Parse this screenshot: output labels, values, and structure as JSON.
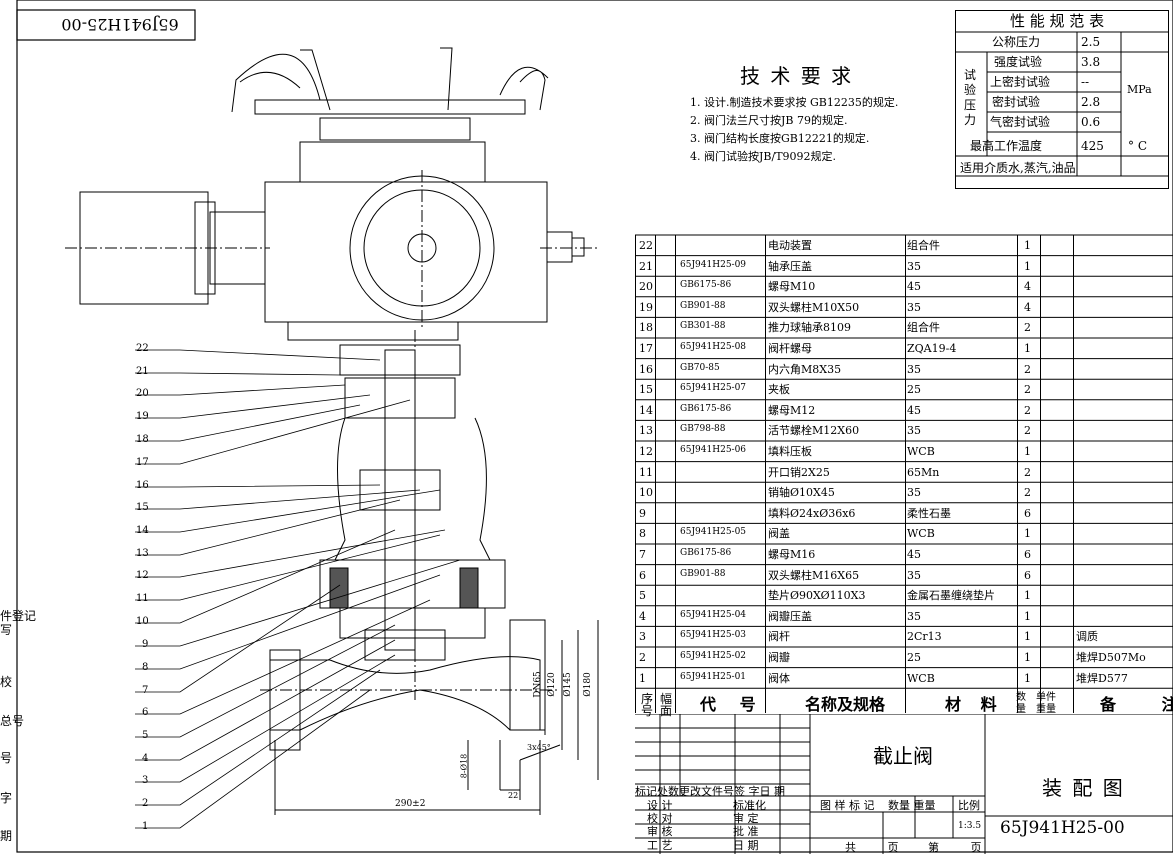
{
  "drawing_number_rotated": "65J941H25-00",
  "tech_requirements": {
    "title": "技 术 要 求",
    "items": [
      "1. 设计.制造技术要求按 GB12235的规定.",
      "2. 阀门法兰尺寸按JB 79的规定.",
      "3. 阀门结构长度按GB12221的规定.",
      "4. 阀门试验按JB/T9092规定."
    ]
  },
  "spec_table": {
    "title": "性 能 规 范 表",
    "nominal_pressure_label": "公称压力",
    "nominal_pressure_value": "2.5",
    "test_pressure_label": "试验压力",
    "strength_label": "强度试验",
    "strength_value": "3.8",
    "upper_seal_label": "上密封试验",
    "upper_seal_value": "--",
    "seal_label": "密封试验",
    "seal_value": "2.8",
    "air_seal_label": "气密封试验",
    "air_seal_value": "0.6",
    "pressure_unit": "MPa",
    "max_temp_label": "最高工作温度",
    "max_temp_value": "425",
    "temp_unit": "° C",
    "medium": "适用介质水,蒸汽,油品"
  },
  "bom": {
    "rows": [
      {
        "no": "22",
        "code": "",
        "name": "电动装置",
        "material": "组合件",
        "qty": "1",
        "note": ""
      },
      {
        "no": "21",
        "code": "65J941H25-09",
        "name": "轴承压盖",
        "material": "35",
        "qty": "1",
        "note": ""
      },
      {
        "no": "20",
        "code": "GB6175-86",
        "name": "螺母M10",
        "material": "45",
        "qty": "4",
        "note": ""
      },
      {
        "no": "19",
        "code": "GB901-88",
        "name": "双头螺柱M10X50",
        "material": "35",
        "qty": "4",
        "note": ""
      },
      {
        "no": "18",
        "code": "GB301-88",
        "name": "推力球轴承8109",
        "material": "组合件",
        "qty": "2",
        "note": ""
      },
      {
        "no": "17",
        "code": "65J941H25-08",
        "name": "阀杆螺母",
        "material": "ZQA19-4",
        "qty": "1",
        "note": ""
      },
      {
        "no": "16",
        "code": "GB70-85",
        "name": "内六角M8X35",
        "material": "35",
        "qty": "2",
        "note": ""
      },
      {
        "no": "15",
        "code": "65J941H25-07",
        "name": "夹板",
        "material": "25",
        "qty": "2",
        "note": ""
      },
      {
        "no": "14",
        "code": "GB6175-86",
        "name": "螺母M12",
        "material": "45",
        "qty": "2",
        "note": ""
      },
      {
        "no": "13",
        "code": "GB798-88",
        "name": "活节螺栓M12X60",
        "material": "35",
        "qty": "2",
        "note": ""
      },
      {
        "no": "12",
        "code": "65J941H25-06",
        "name": "填料压板",
        "material": "WCB",
        "qty": "1",
        "note": ""
      },
      {
        "no": "11",
        "code": "",
        "name": "开口销2X25",
        "material": "65Mn",
        "qty": "2",
        "note": ""
      },
      {
        "no": "10",
        "code": "",
        "name": "销轴Ø10X45",
        "material": "35",
        "qty": "2",
        "note": ""
      },
      {
        "no": "9",
        "code": "",
        "name": "填料Ø24xØ36x6",
        "material": "柔性石墨",
        "qty": "6",
        "note": ""
      },
      {
        "no": "8",
        "code": "65J941H25-05",
        "name": "阀盖",
        "material": "WCB",
        "qty": "1",
        "note": ""
      },
      {
        "no": "7",
        "code": "GB6175-86",
        "name": "螺母M16",
        "material": "45",
        "qty": "6",
        "note": ""
      },
      {
        "no": "6",
        "code": "GB901-88",
        "name": "双头螺柱M16X65",
        "material": "35",
        "qty": "6",
        "note": ""
      },
      {
        "no": "5",
        "code": "",
        "name": "垫片Ø90XØ110X3",
        "material": "金属石墨缠绕垫片",
        "qty": "1",
        "note": ""
      },
      {
        "no": "4",
        "code": "65J941H25-04",
        "name": "阀瓣压盖",
        "material": "35",
        "qty": "1",
        "note": ""
      },
      {
        "no": "3",
        "code": "65J941H25-03",
        "name": "阀杆",
        "material": "2Cr13",
        "qty": "1",
        "note": "调质"
      },
      {
        "no": "2",
        "code": "65J941H25-02",
        "name": "阀瓣",
        "material": "25",
        "qty": "1",
        "note": "堆焊D507Mo"
      },
      {
        "no": "1",
        "code": "65J941H25-01",
        "name": "阀体",
        "material": "WCB",
        "qty": "1",
        "note": "堆焊D577"
      }
    ],
    "header": {
      "no_a": "序",
      "no_b": "号",
      "sheet_a": "幅",
      "sheet_b": "面",
      "code": "代 号",
      "name": "名称及规格",
      "material": "材 料",
      "qty_a": "数",
      "qty_b": "量",
      "unitwt_a": "单件",
      "unitwt_b": "重量",
      "note": "备 注"
    }
  },
  "title_block": {
    "part_name": "截止阀",
    "drawing_type": "装 配 图",
    "drawing_number": "65J941H25-00",
    "revision_header": "标记处数更改文件号签 字日 期",
    "design": "设 计",
    "standardization": "标准化",
    "check": "校 对",
    "review": "审 定",
    "examine": "审 核",
    "approve": "批 准",
    "process": "工 艺",
    "date": "日 期",
    "stage_label": "图 样 标 记",
    "weight_label": "数量 重量",
    "scale_label": "比例",
    "scale_value": "1:3.5",
    "total_sheets": "共 页",
    "sheet_no": "第 页"
  },
  "left_margin_labels": [
    "件登记",
    "写",
    "校",
    "总号",
    "号",
    "字",
    "期"
  ],
  "balloons": [
    "22",
    "21",
    "20",
    "19",
    "18",
    "17",
    "16",
    "15",
    "14",
    "13",
    "12",
    "11",
    "10",
    "9",
    "8",
    "7",
    "6",
    "5",
    "4",
    "3",
    "2",
    "1"
  ],
  "dimensions": {
    "dn": "DN65",
    "d120": "Ø120",
    "d145": "Ø145",
    "d180": "Ø180",
    "len": "290±2",
    "bolt": "8-Ø18",
    "thk": "22",
    "chamfer": "3x45°"
  }
}
